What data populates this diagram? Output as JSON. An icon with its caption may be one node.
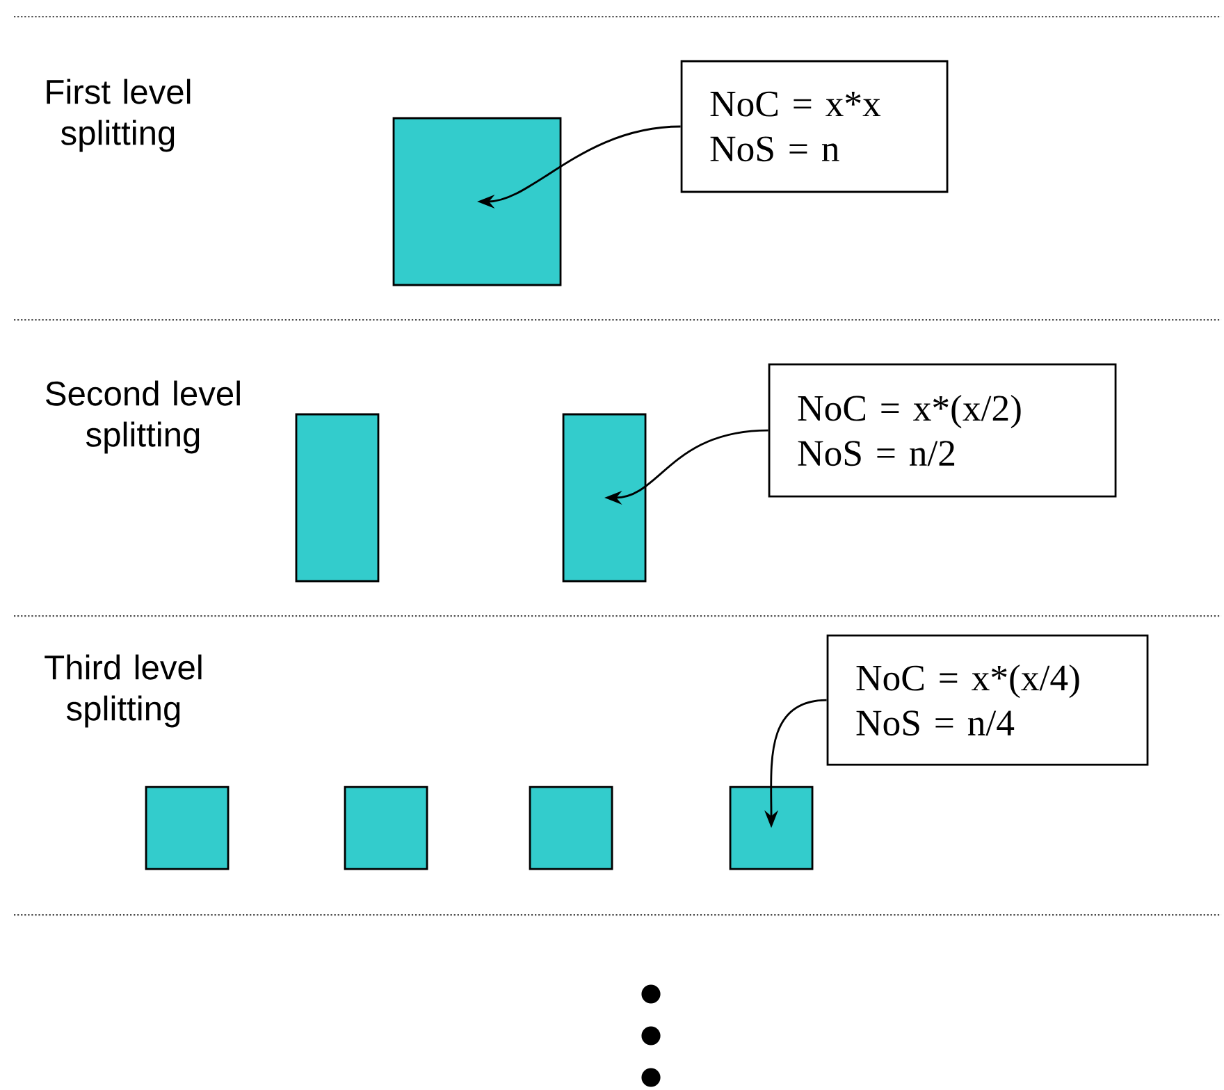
{
  "diagram": {
    "nodes": [
      {
        "text": [
          "NoC = x*x",
          "NoS = n"
        ]
      },
      {
        "text": [],
        "shape": "box"
      },
      {
        "text": [
          "NoC = x*(x/2)",
          "NoS = n/2"
        ]
      },
      {
        "text": [],
        "shape": "box"
      },
      {
        "text": [],
        "shape": "box"
      },
      {
        "text": [
          "NoC = x*(x/4)",
          "NoS = n/4"
        ]
      },
      {
        "text": [],
        "shape": "box"
      },
      {
        "text": [],
        "shape": "box"
      },
      {
        "text": [],
        "shape": "box"
      },
      {
        "text": [],
        "shape": "box"
      }
    ],
    "edges": [
      {
        "from": 0,
        "to": 1,
        "arrow": "to"
      },
      {
        "from": 2,
        "to": 4,
        "arrow": "to"
      },
      {
        "from": 5,
        "to": 9,
        "arrow": "to"
      }
    ],
    "labels": [
      "First level splitting",
      "Second level splitting",
      "Third level splitting"
    ]
  }
}
